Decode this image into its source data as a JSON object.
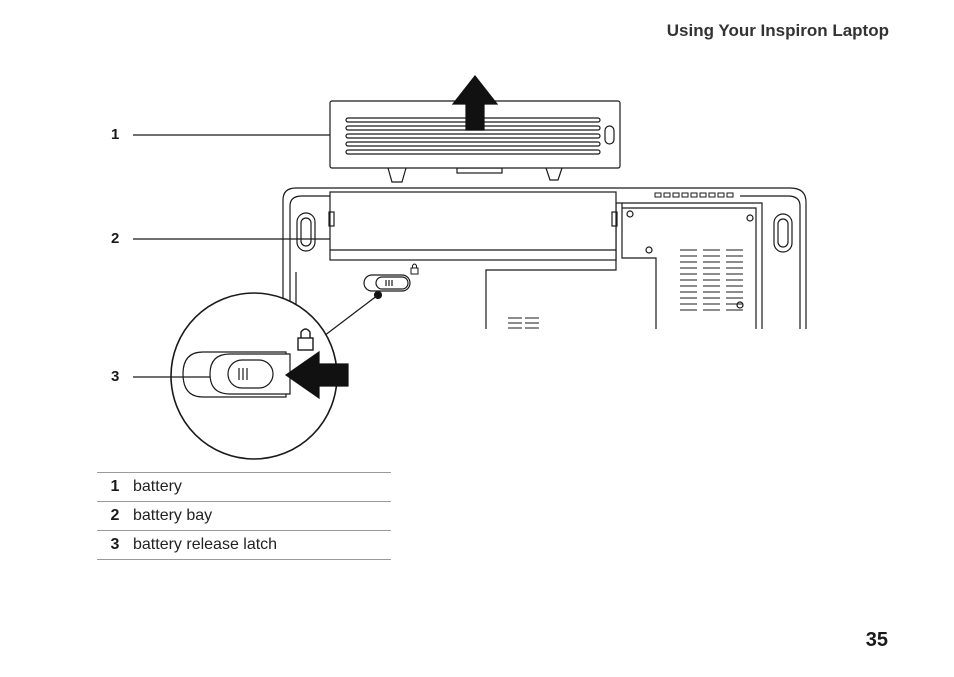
{
  "header": {
    "title": "Using Your Inspiron Laptop"
  },
  "callouts": [
    "1",
    "2",
    "3"
  ],
  "legend": {
    "rows": [
      {
        "num": "1",
        "label": "battery"
      },
      {
        "num": "2",
        "label": "battery bay"
      },
      {
        "num": "3",
        "label": "battery release latch"
      }
    ]
  },
  "footer": {
    "page_number": "35"
  }
}
